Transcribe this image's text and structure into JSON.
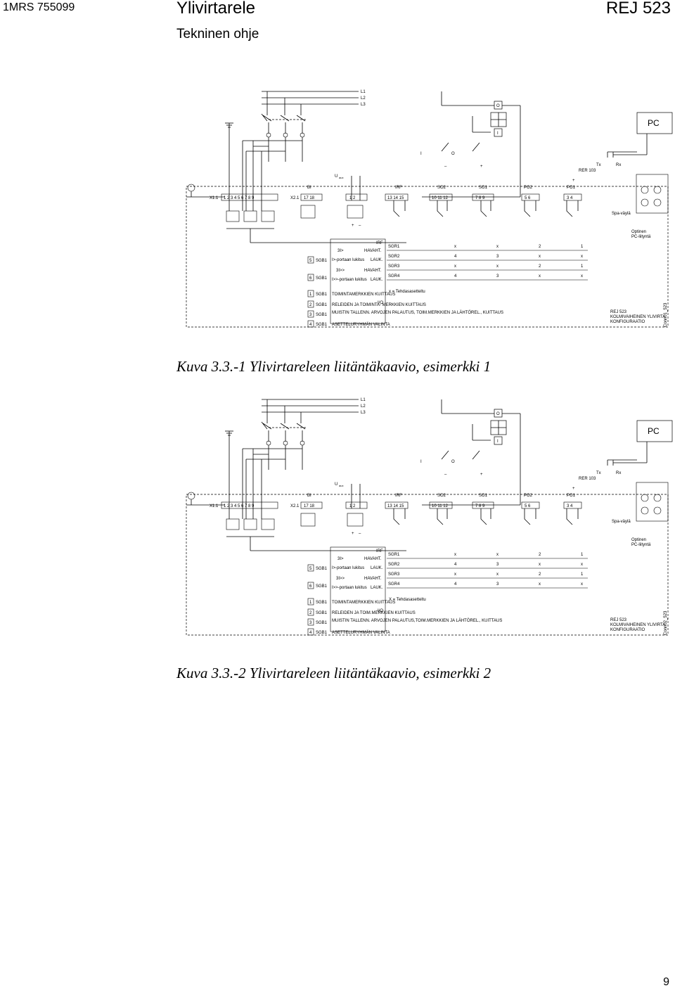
{
  "header": {
    "doc_code": "1MRS 755099",
    "title": "Ylivirtarele",
    "subtitle": "Tekninen ohje",
    "product": "REJ 523"
  },
  "diagram1": {
    "phases": [
      "L1",
      "L2",
      "L3"
    ],
    "pc": "PC",
    "tx": "Tx",
    "rx": "Rx",
    "rer": "RER 103",
    "uaux": "U",
    "uaux_sub": "aux",
    "x1_1": "X1.1",
    "x2_1": "X2.1",
    "bi": "BI",
    "irf": "IRF",
    "so2": "SO2",
    "so1": "SO1",
    "po2": "PO2",
    "po1": "PO1",
    "x1_terminals": "1   2  3   4    5  6  7    8  9",
    "x2_terminals": "17   18",
    "aux_terminals": "1       2",
    "irf_terminals": "13  14  15",
    "so2_terminals": "10  11  12",
    "so1_terminals": "7   8   9",
    "po2_terminals": "5   6",
    "po1_terminals": "3   4",
    "spa_bus": "Spa-väylä",
    "optional_pc": "Optinen",
    "optional_pc2": "PC-liityntä",
    "sgr": [
      "SGR1",
      "SGR2",
      "SGR3",
      "SGR4"
    ],
    "sgb1": "SGB1",
    "irf_label": "IRF",
    "stage1": "3I>",
    "stage1_start": "HAVAHT.",
    "stage1_lock": "I>-portaan lukitus",
    "stage1_trip": "LAUK.",
    "stage2": "3I>>",
    "stage2_start": "HAVAHT.",
    "stage2_lock": "I>>-portaan lukitus",
    "stage2_trip": "LAUK.",
    "lower_rows": [
      {
        "num": "1",
        "sgb": "SGB1",
        "text": "TOIMINTAMERKKIEN KUITTAUS"
      },
      {
        "num": "2",
        "sgb": "SGB1",
        "text": "RELEIDEN JA TOIMINTA- MERKKIEN KUITTAUS"
      },
      {
        "num": "3",
        "sgb": "SGB1",
        "text": "MUISTIN TALLENN. ARVOJEN PALAUTUS, TOIM.MERKKIEN JA LÄHTÖREL., KUITTAUS"
      },
      {
        "num": "4",
        "sgb": "SGB1",
        "text": "ASETTELURYHMÄN VALINTA"
      }
    ],
    "upper_nums": [
      "5",
      "6"
    ],
    "io": "I/O",
    "factory": "x = Tehdasasetteltu",
    "matrix": [
      [
        "x",
        "x",
        "2",
        "1"
      ],
      [
        "4",
        "3",
        "x",
        "x"
      ],
      [
        "x",
        "x",
        "2",
        "1"
      ],
      [
        "4",
        "3",
        "x",
        "x"
      ]
    ],
    "conf1": "REJ 523",
    "conf2": "KOLMIVAIHEINEN YLIVIRTA",
    "conf3": "KONFIGURAATIO",
    "ref_code": "Conn01_523",
    "switch_i": "I",
    "switch_o": "O",
    "minus": "–",
    "plus": "+"
  },
  "caption1": "Kuva 3.3.-1 Ylivirtareleen liitäntäkaavio, esimerkki 1",
  "diagram2": {
    "phases": [
      "L1",
      "L2",
      "L3"
    ],
    "pc": "PC",
    "tx": "Tx",
    "rx": "Rx",
    "rer": "RER 103",
    "uaux": "U",
    "uaux_sub": "aux",
    "x1_1": "X1.1",
    "x2_1": "X2.1",
    "bi": "BI",
    "irf": "IRF",
    "so2": "SO2",
    "so1": "SO1",
    "po2": "PO2",
    "po1": "PO1",
    "x1_terminals": "1   2  3   4    5  6   7    8  9",
    "x2_terminals": "17   18",
    "aux_terminals": "1       2",
    "irf_terminals": "13  14  15",
    "so2_terminals": "10  11  12",
    "so1_terminals": "7   8   9",
    "po2_terminals": "5   6",
    "po1_terminals": "3   4",
    "spa_bus": "Spa-väylä",
    "optional_pc": "Optinen",
    "optional_pc2": "PC-liityntä",
    "sgr": [
      "SGR1",
      "SGR2",
      "SGR3",
      "SGR4"
    ],
    "sgb1": "SGB1",
    "irf_label": "IRF",
    "stage1": "3I>",
    "stage1_start": "HAVAHT.",
    "stage1_lock": "I>-portaan lukitus",
    "stage1_trip": "LAUK.",
    "stage2": "3I>>",
    "stage2_start": "HAVAHT.",
    "stage2_lock": "I>>-portaan lukitus",
    "stage2_trip": "LAUK.",
    "lower_rows": [
      {
        "num": "1",
        "sgb": "SGB1",
        "text": "TOIMINTAMERKKIEN KUITTAUS"
      },
      {
        "num": "2",
        "sgb": "SGB1",
        "text": "RELEIDEN JA TOIM.MERKKIEN KUITTAUS"
      },
      {
        "num": "3",
        "sgb": "SGB1",
        "text": "MUISTIN TALLENN. ARVOJEN PALAUTUS,TOIM.MERKKIEN JA LÄHTÖREL., KUITTAUS"
      },
      {
        "num": "4",
        "sgb": "SGB1",
        "text": "ASETTELURYHMÄN VALINTA"
      }
    ],
    "upper_nums": [
      "5",
      "6"
    ],
    "io": "I/O",
    "factory": "X = Tehdasasetteltu",
    "matrix": [
      [
        "x",
        "x",
        "2",
        "1"
      ],
      [
        "4",
        "3",
        "x",
        "x"
      ],
      [
        "x",
        "x",
        "2",
        "1"
      ],
      [
        "4",
        "3",
        "x",
        "x"
      ]
    ],
    "conf1": "REJ 523",
    "conf2": "KOLMIVAIHEINEN YLIVIRTA",
    "conf3": "KONFIGURAATIO",
    "ref_code": "Conn02_523",
    "switch_i": "I",
    "switch_o": "O",
    "minus": "–",
    "plus": "+"
  },
  "caption2": "Kuva 3.3.-2 Ylivirtareleen liitäntäkaavio, esimerkki 2",
  "page_number": "9"
}
